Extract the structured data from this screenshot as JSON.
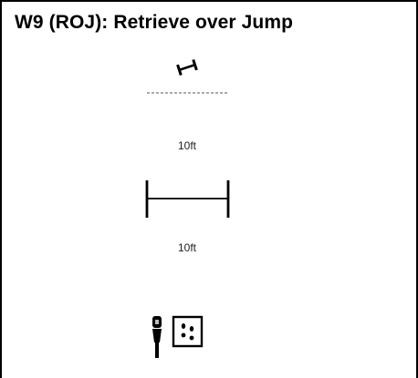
{
  "exercise": {
    "title": "W9 (ROJ): Retrieve over Jump"
  },
  "diagram": {
    "top_distance": "10ft",
    "bottom_distance": "10ft",
    "icons": [
      "dumbbell-icon",
      "jump-bar-icon",
      "handler-icon",
      "dog-start-icon"
    ]
  }
}
